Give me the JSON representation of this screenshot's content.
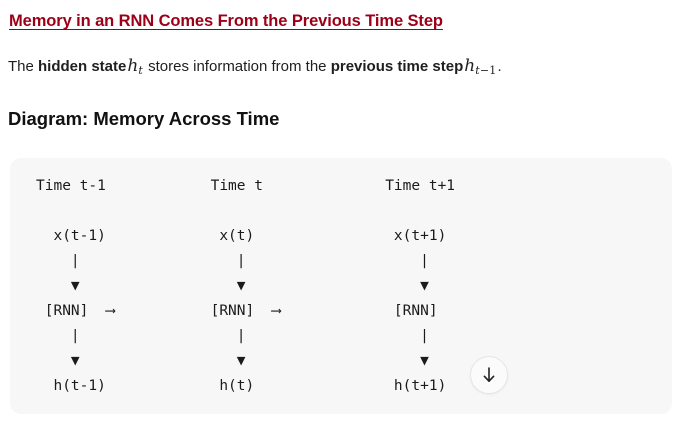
{
  "heading": {
    "title": "Memory in an RNN Comes From the Previous Time Step",
    "color": "#9c0018"
  },
  "intro": {
    "part1": "The ",
    "bold1": "hidden state",
    "math1_base": "h",
    "math1_sub": "t",
    "part2": " stores information from the ",
    "bold2": "previous time step",
    "math2_base": "h",
    "math2_sub_var": "t",
    "math2_sub_op": "−1",
    "part3": "."
  },
  "section": {
    "title": "Diagram: Memory Across Time"
  },
  "diagram": {
    "background": "#f7f7f7",
    "columns": [
      {
        "time_label": "Time t-1",
        "input_label": "x(t-1)",
        "cell_label": "[RNN]",
        "output_label": "h(t-1)",
        "has_right_arrow": true
      },
      {
        "time_label": "Time t",
        "input_label": "x(t)",
        "cell_label": "[RNN]",
        "output_label": "h(t)",
        "has_right_arrow": true
      },
      {
        "time_label": "Time t+1",
        "input_label": "x(t+1)",
        "cell_label": "[RNN]",
        "output_label": "h(t+1)",
        "has_right_arrow": false
      }
    ],
    "ascii": "Time t-1            Time t              Time t+1\n\n  x(t-1)             x(t)                x(t+1)\n    |                  |                    |\n    ▼                  ▼                    ▼\n [RNN]  ⟶           [RNN]  ⟶             [RNN]\n    |                  |                    |\n    ▼                  ▼                    ▼\n  h(t-1)             h(t)                h(t+1)",
    "vertical_connector": "|",
    "down_marker": "▼",
    "right_arrow": "⟶"
  },
  "scroll_button": {
    "icon": "arrow-down-icon",
    "label": "Scroll to bottom"
  }
}
